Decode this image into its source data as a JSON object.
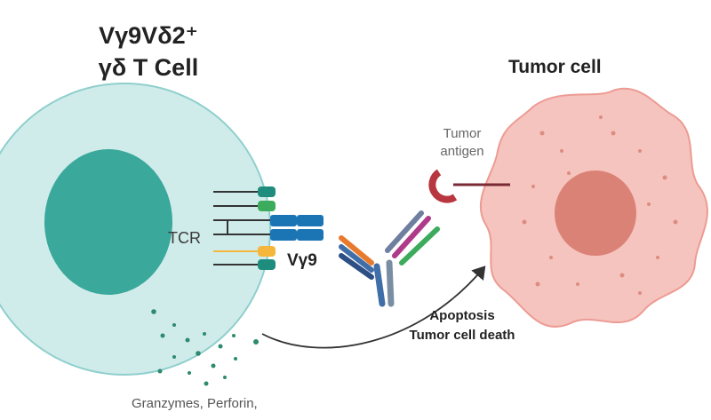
{
  "labels": {
    "tcell_line1": "Vγ9Vδ2⁺",
    "tcell_line2": "γδ T Cell",
    "tumor_cell": "Tumor cell",
    "tcr": "TCR",
    "vgamma9": "Vγ9",
    "tumor_antigen_line1": "Tumor",
    "tumor_antigen_line2": "antigen",
    "apoptosis_line1": "Apoptosis",
    "apoptosis_line2": "Tumor cell death",
    "granzymes": "Granzymes, Perforin,"
  },
  "colors": {
    "tcell_membrane": "#cfeceb",
    "tcell_outline": "#8fcfcd",
    "tcell_nucleus": "#3aa89b",
    "tumor_membrane": "#f6c4be",
    "tumor_outline": "#ec9b93",
    "tumor_nucleus": "#db8276",
    "tcr_blue": "#1b75b5",
    "tcr_teal": "#1e8d7d",
    "tcr_green": "#3cab5c",
    "tcr_yellow": "#f4b73b",
    "antigen_red": "#b8363f",
    "antibody_blue": "#3f6ea8",
    "antibody_grey": "#7a8ea3",
    "granule": "#2d8a6e",
    "arrow": "#333333"
  }
}
